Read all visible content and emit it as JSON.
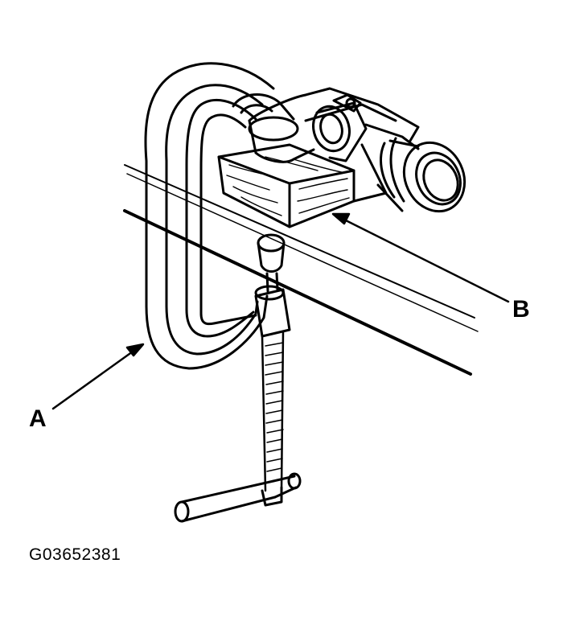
{
  "callouts": {
    "a": "A",
    "b": "B"
  },
  "figure_id": "G03652381",
  "colors": {
    "ink": "#000000",
    "paper": "#ffffff"
  }
}
